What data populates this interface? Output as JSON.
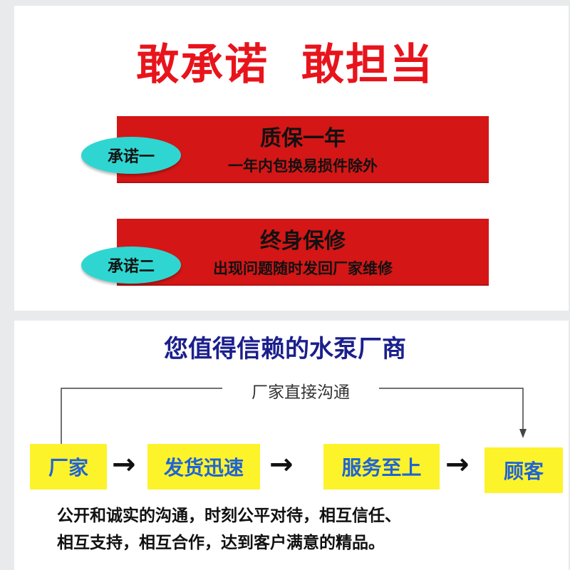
{
  "headline": "敢承诺  敢担当",
  "promises": [
    {
      "badge": "承诺一",
      "title": "质保一年",
      "detail": "一年内包换易损件除外"
    },
    {
      "badge": "承诺二",
      "title": "终身保修",
      "detail": "出现问题随时发回厂家维修"
    }
  ],
  "subtitle": "您值得信赖的水泵厂商",
  "flow": {
    "caption": "厂家直接沟通",
    "steps": [
      "厂家",
      "发货迅速",
      "服务至上",
      "顾客"
    ],
    "arrow_glyph": "→"
  },
  "description": [
    "公开和诚实的沟通，时刻公平对待，相互信任、",
    "相互支持，相互合作，达到客户满意的精品。"
  ],
  "colors": {
    "headline_red": "#e8141c",
    "bar_red": "#d41616",
    "oval_cyan": "#2fd6d1",
    "subtitle_navy": "#1b1f8c",
    "box_yellow": "#fdf32b",
    "step_blue": "#1f63d6"
  }
}
